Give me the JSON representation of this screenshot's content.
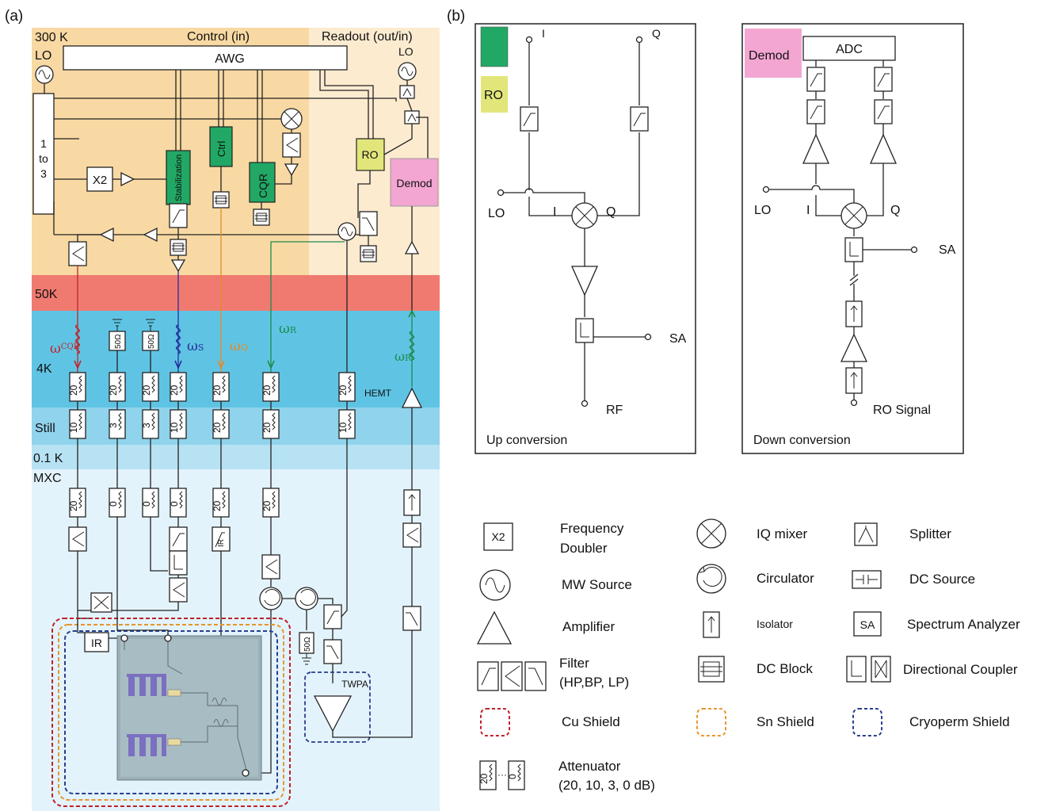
{
  "panel_a": {
    "label": "(a)",
    "zones": {
      "k300": "300 K",
      "k50": "50K",
      "k4": "4K",
      "still": "Still",
      "k01": "0.1 K",
      "mxc": "MXC"
    },
    "headers": {
      "control": "Control (in)",
      "readout": "Readout (out/in)"
    },
    "lo_left": "LO",
    "lo_right": "LO",
    "awg": "AWG",
    "splitter_text": [
      "1",
      "to",
      "3"
    ],
    "x2": "X2",
    "stabilization": "Stabilization",
    "ctrl": "Ctrl",
    "cqr": "CQR",
    "ro": "RO",
    "demod": "Demod",
    "omega": {
      "cqr": "ω",
      "cqr_sub": "CQR",
      "s": "ω",
      "s_sub": "S",
      "q": "ω",
      "q_sub": "Q",
      "r": "ω",
      "r_sub": "R",
      "r2": "ω",
      "r2_sub": "R"
    },
    "fifty_ohm": "50Ω",
    "att_4k": [
      "20",
      "20",
      "20",
      "20",
      "20",
      "20",
      "20"
    ],
    "att_still": [
      "10",
      "3",
      "3",
      "10",
      "20",
      "20",
      "10"
    ],
    "att_mxc": [
      "20",
      "0",
      "0",
      "0",
      "20",
      "20"
    ],
    "hemt": "HEMT",
    "ir": "IR",
    "ir_filter": "IR",
    "twpa": "TWPA",
    "colors": {
      "k300": "#f8d9a3",
      "readout_bg": "#fdebd0",
      "k50": "#f07a70",
      "k4": "#5fc4e4",
      "still": "#90d3ec",
      "k01": "#b6e2f3",
      "mxc": "#e3f3fb",
      "green_box": "#22a865",
      "ro_box": "#e2e67a",
      "demod_box": "#f4a6d2",
      "cu_shield": "#c0202a",
      "sn_shield": "#e8952e",
      "cryo_shield": "#2a3e8c",
      "wire_cqr": "#c0262c",
      "wire_s": "#262f9c",
      "wire_q": "#e38b28",
      "wire_r": "#1f8a4c"
    }
  },
  "panel_b": {
    "label": "(b)",
    "up": {
      "i": "I",
      "q": "Q",
      "lo": "LO",
      "mix_i": "I",
      "mix_q": "Q",
      "sa": "SA",
      "rf": "RF",
      "ro_tag": "RO",
      "title": "Up conversion"
    },
    "down": {
      "demod": "Demod",
      "adc": "ADC",
      "lo": "LO",
      "mix_i": "I",
      "mix_q": "Q",
      "sa": "SA",
      "ro_signal": "RO Signal",
      "title": "Down conversion"
    }
  },
  "legend": [
    {
      "id": "doubler",
      "text": [
        "Frequency",
        "Doubler"
      ],
      "symbol": "X2"
    },
    {
      "id": "iqmixer",
      "text": [
        "IQ mixer"
      ]
    },
    {
      "id": "splitter",
      "text": [
        "Splitter"
      ]
    },
    {
      "id": "mw",
      "text": [
        "MW Source"
      ]
    },
    {
      "id": "circulator",
      "text": [
        "Circulator"
      ]
    },
    {
      "id": "dcsource",
      "text": [
        "DC Source"
      ]
    },
    {
      "id": "amp",
      "text": [
        "Amplifier"
      ]
    },
    {
      "id": "isolator",
      "text": [
        "Isolator"
      ]
    },
    {
      "id": "sa",
      "text": [
        "Spectrum Analyzer"
      ],
      "symbol": "SA"
    },
    {
      "id": "filter",
      "text": [
        "Filter",
        "(HP,BP, LP)"
      ]
    },
    {
      "id": "dcblock",
      "text": [
        "DC Block"
      ]
    },
    {
      "id": "dircoupler",
      "text": [
        "Directional Coupler"
      ]
    },
    {
      "id": "cu",
      "text": [
        "Cu Shield"
      ]
    },
    {
      "id": "sn",
      "text": [
        "Sn Shield"
      ]
    },
    {
      "id": "cryo",
      "text": [
        "Cryoperm Shield"
      ]
    },
    {
      "id": "att",
      "text": [
        "Attenuator",
        "(20, 10, 3, 0 dB)"
      ],
      "symbol_a": "20",
      "symbol_b": "0",
      "dots": "···"
    }
  ]
}
